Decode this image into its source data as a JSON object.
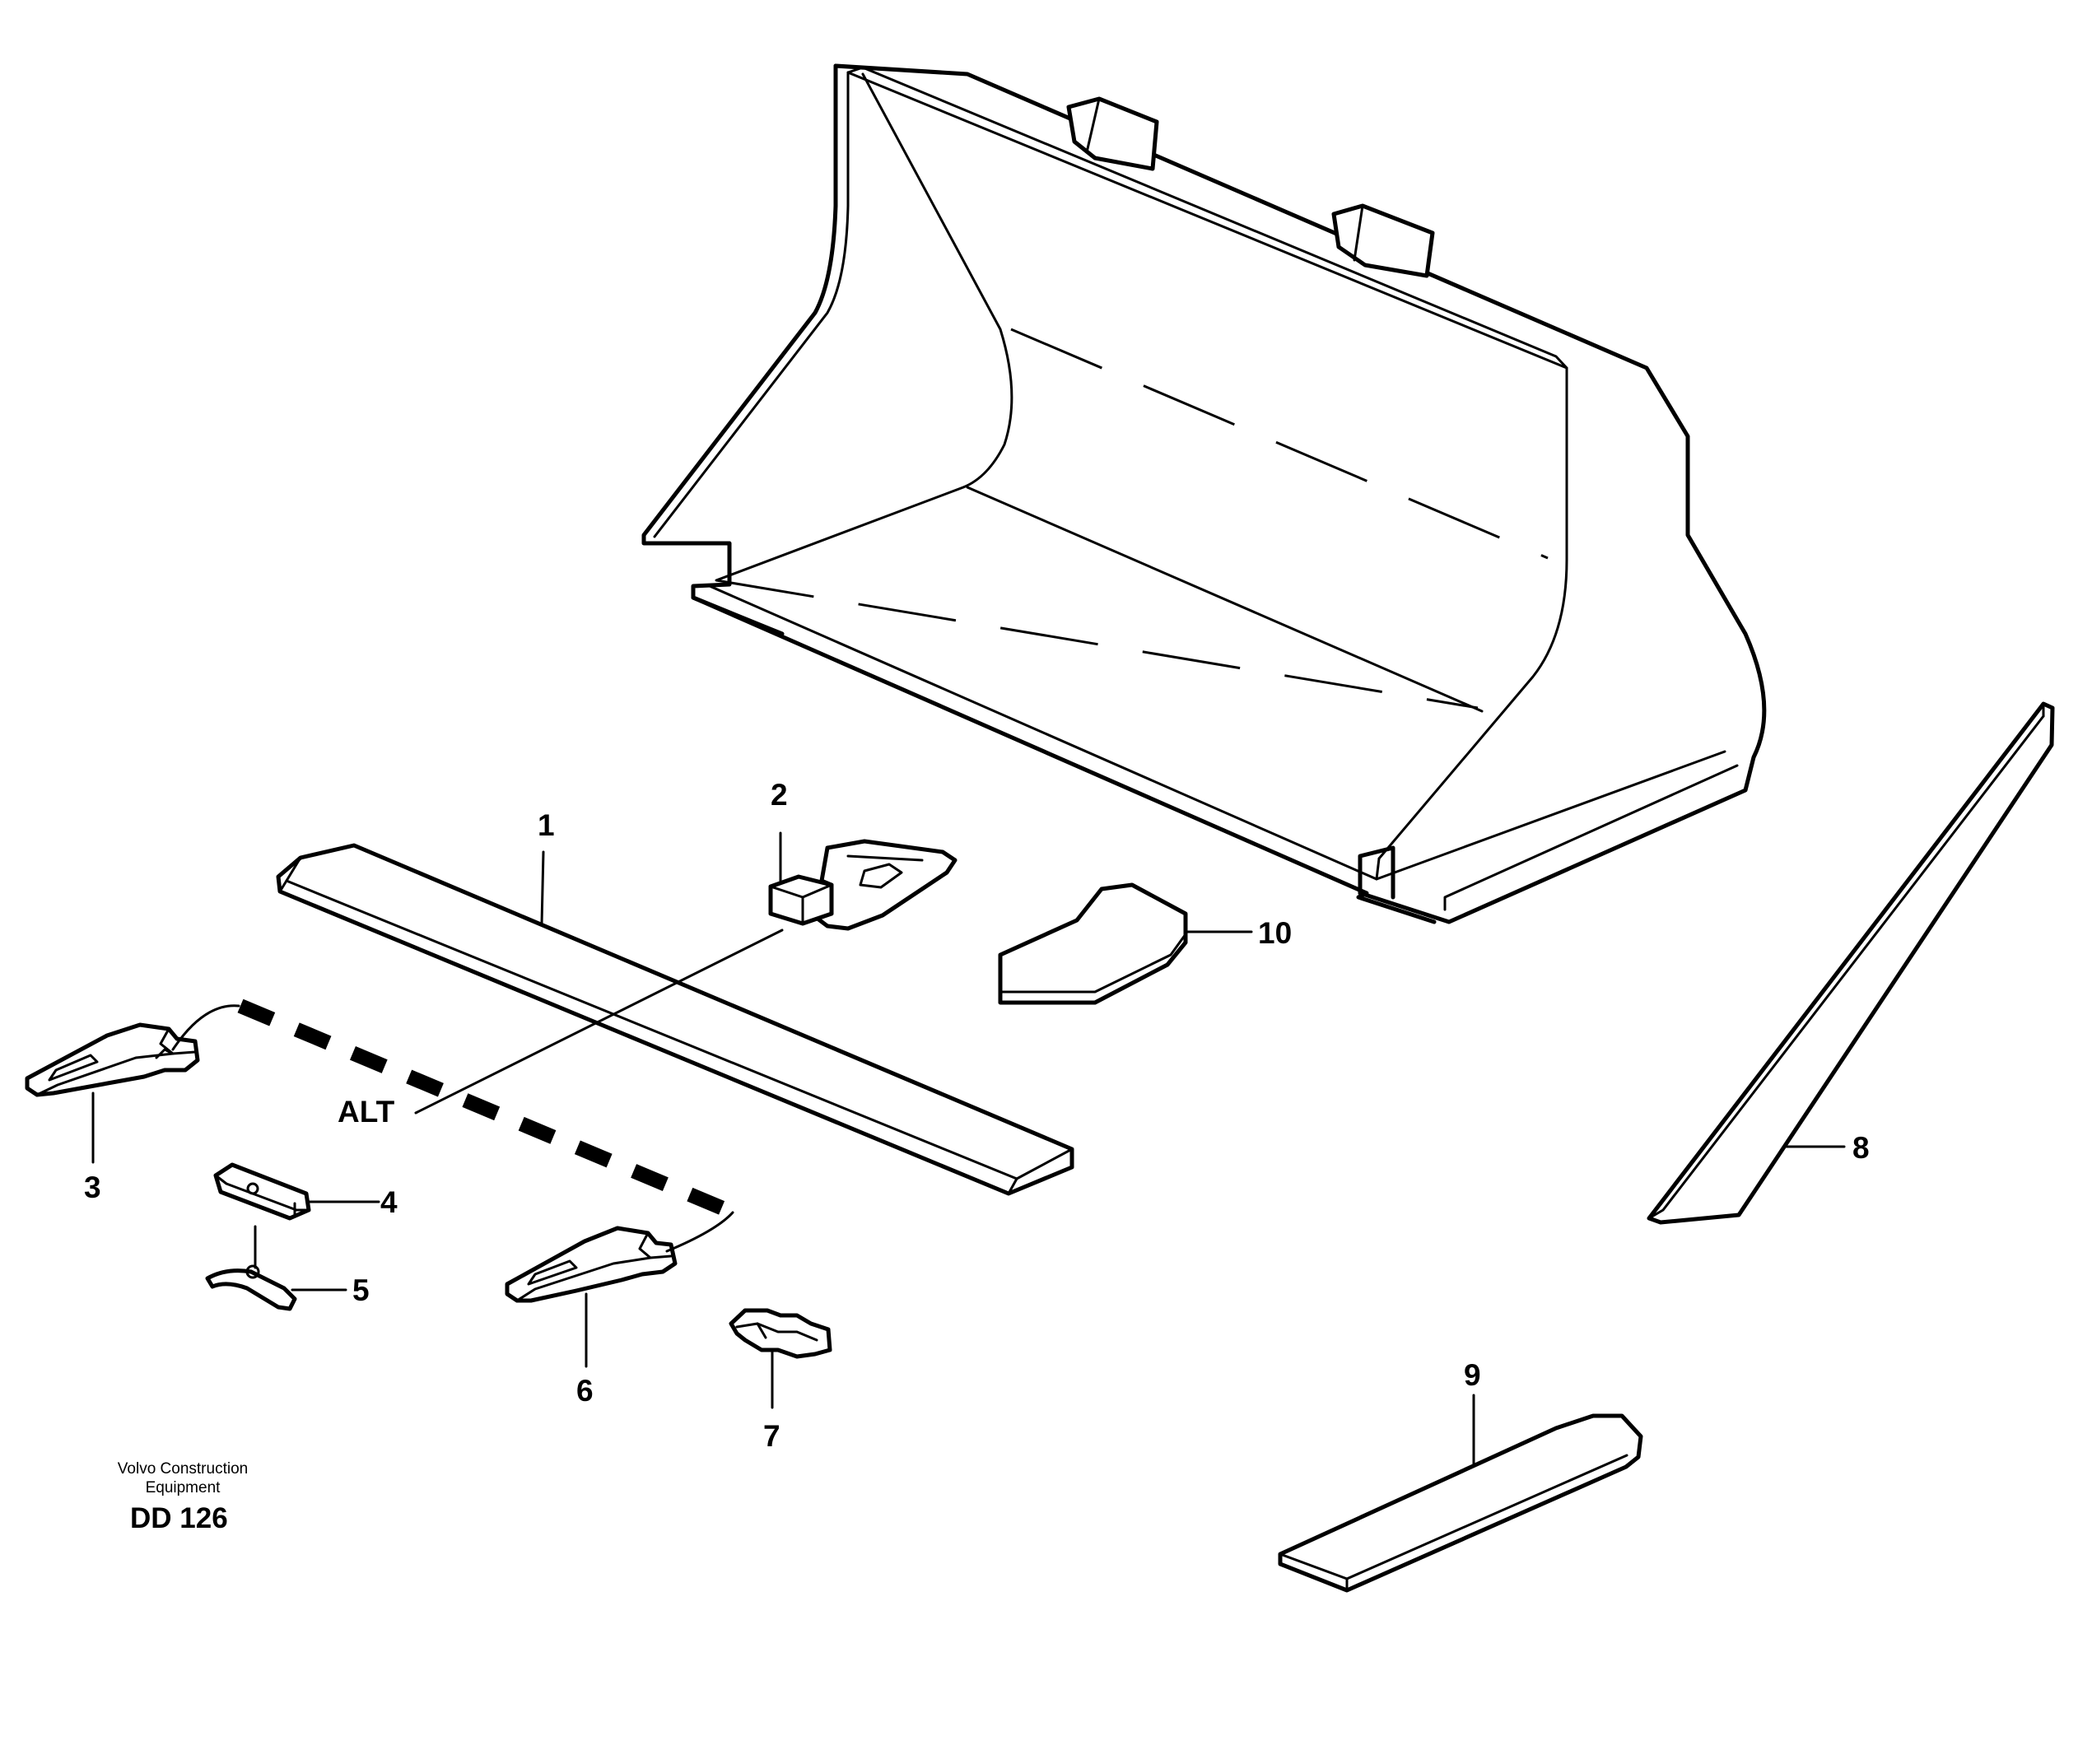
{
  "callouts": {
    "c1": "1",
    "c2": "2",
    "c3": "3",
    "c4": "4",
    "c5": "5",
    "c6": "6",
    "c7": "7",
    "c8": "8",
    "c9": "9",
    "c10": "10"
  },
  "alt_label": "ALT",
  "footer": {
    "company_line1": "Volvo Construction",
    "company_line2": "Equipment",
    "code": "DD 126"
  }
}
